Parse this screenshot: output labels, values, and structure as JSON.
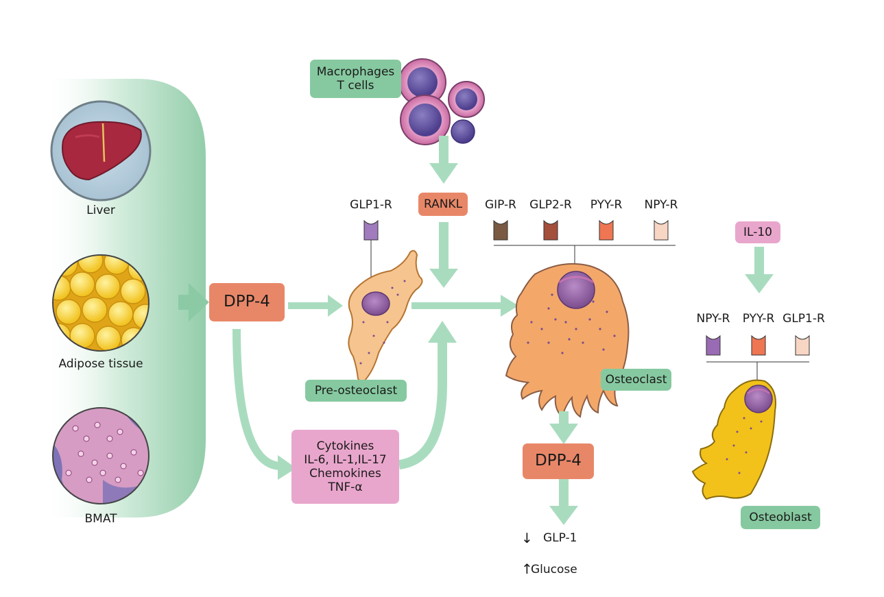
{
  "colors": {
    "arrow": "#a9dcbf",
    "label_green": "#86c9a0",
    "label_pink": "#e9a6cc",
    "label_salmon": "#e88768",
    "pre_osteoclast": "#f6c48f",
    "osteoclast": "#f3a86a",
    "osteoblast": "#f2c21b",
    "nucleus": "#8a5a99"
  },
  "sources": {
    "liver": "Liver",
    "adipose": "Adipose tissue",
    "bmat": "BMAT"
  },
  "immune": {
    "line1": "Macrophages",
    "line2": "T cells"
  },
  "dpp4_main": "DPP-4",
  "rankl": "RANKL",
  "pre_osteoclast": {
    "label": "Pre-osteoclast",
    "receptor": "GLP1-R"
  },
  "cytokines": {
    "line1": "Cytokines",
    "line2": "IL-6, IL-1,IL-17",
    "line3": "Chemokines",
    "line4": "TNF-α"
  },
  "osteoclast": {
    "label": "Osteoclast",
    "receptors": [
      {
        "name": "GIP-R",
        "color": "#7a5a43"
      },
      {
        "name": "GLP2-R",
        "color": "#a44e3c"
      },
      {
        "name": "PYY-R",
        "color": "#ef7652"
      },
      {
        "name": "NPY-R",
        "color": "#f8d6c4"
      }
    ]
  },
  "dpp4_osteoclast": "DPP-4",
  "effects": {
    "glp1_arrow": "↓",
    "glp1": "GLP-1",
    "glucose_arrow": "↑",
    "glucose": "Glucose"
  },
  "il10": "IL-10",
  "osteoblast": {
    "label": "Osteoblast",
    "receptors": [
      {
        "name": "NPY-R",
        "color": "#9a6bb5"
      },
      {
        "name": "PYY-R",
        "color": "#ef7652"
      },
      {
        "name": "GLP1-R",
        "color": "#f8d6c4"
      }
    ]
  },
  "glp1r_color": "#a07bbd"
}
